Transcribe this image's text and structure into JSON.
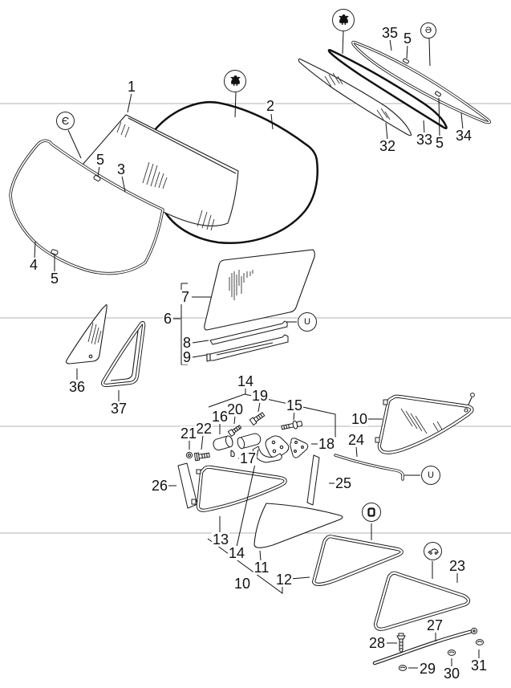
{
  "page": {
    "background": "#ffffff",
    "ink": "#1a1a1a",
    "divider_color": "#b3b3b3"
  },
  "callouts": {
    "part1": "1",
    "part2": "2",
    "part3": "3",
    "part4": "4",
    "part5a": "5",
    "part5b": "5",
    "part5c": "5",
    "part5d": "5",
    "part6": "6",
    "part7": "7",
    "part8": "8",
    "part9": "9",
    "part10a": "10",
    "part10b": "10",
    "part11": "11",
    "part12": "12",
    "part13": "13",
    "part14a": "14",
    "part14b": "14",
    "part15": "15",
    "part16": "16",
    "part17": "17",
    "part18": "18",
    "part19": "19",
    "part20": "20",
    "part21": "21",
    "part22": "22",
    "part23": "23",
    "part24": "24",
    "part25": "25",
    "part26": "26",
    "part27": "27",
    "part28": "28",
    "part29": "29",
    "part30": "30",
    "part31": "31",
    "part32": "32",
    "part33": "33",
    "part34": "34",
    "part35": "35",
    "part36": "36",
    "part37": "37"
  },
  "icons": {
    "variant_epsilon_left": "Є",
    "variant_epsilon_right": "Ə",
    "variant_u_door": "U",
    "variant_u_quarter": "U"
  }
}
